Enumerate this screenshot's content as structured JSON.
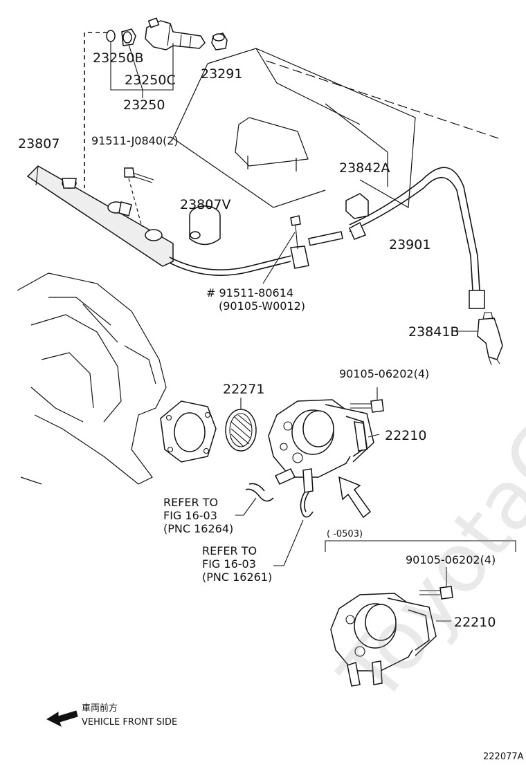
{
  "watermark": "ToyotaCarMine.ru",
  "diagram_id": "222077A",
  "direction": {
    "japanese": "車両前方",
    "english": "VEHICLE FRONT SIDE"
  },
  "parts": {
    "p23250B": "23250B",
    "p23250C": "23250C",
    "p23250": "23250",
    "p23291": "23291",
    "p23807": "23807",
    "p91511_J0840": "91511-J0840(2)",
    "p23842A": "23842A",
    "p23807V": "23807V",
    "p23901": "23901",
    "p91511_80614": "# 91511-80614",
    "p90105_W0012": "(90105-W0012)",
    "p23841B": "23841B",
    "p90105_06202_a": "90105-06202(4)",
    "p22271": "22271",
    "p22210_a": "22210",
    "p90105_06202_b": "90105-06202(4)",
    "p22210_b": "22210"
  },
  "references": {
    "ref1_line1": "REFER TO",
    "ref1_line2": "FIG 16-03",
    "ref1_line3": "(PNC 16264)",
    "ref2_line1": "REFER TO",
    "ref2_line2": "FIG 16-03",
    "ref2_line3": "(PNC 16261)"
  },
  "applicability": "(      -0503)"
}
